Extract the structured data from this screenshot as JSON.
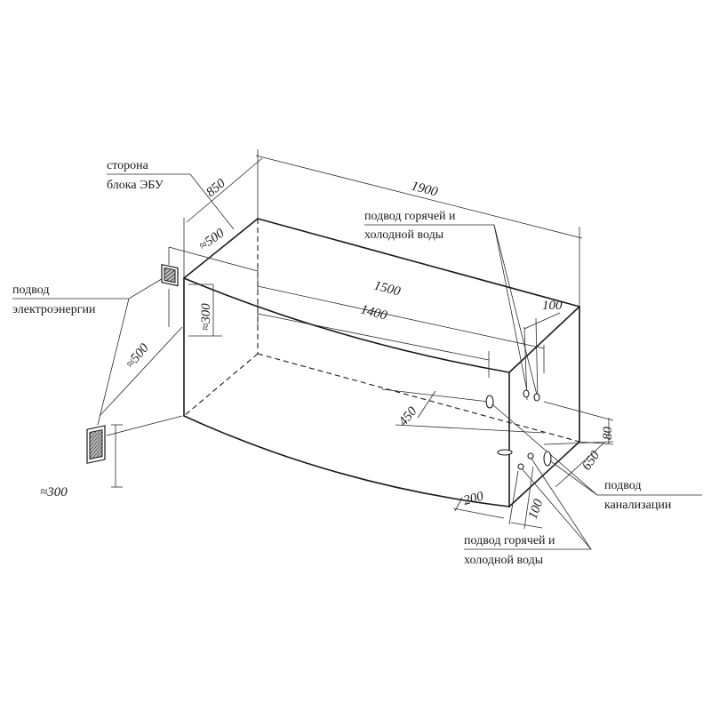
{
  "dimensions": {
    "length_1900": "1900",
    "depth_850": "850",
    "width_1500": "1500",
    "width_1400": "1400",
    "approx_500_top": "≈500",
    "approx_500_left": "≈500",
    "approx_300_panel": "≈300",
    "approx_300_socket": "≈300",
    "offset_100_top": "100",
    "offset_450": "450",
    "offset_80": "80",
    "offset_650": "650",
    "offset_200": "200",
    "offset_100_bottom": "100"
  },
  "labels": {
    "ebu_side": [
      "сторона",
      "блока ЭБУ"
    ],
    "power_supply": [
      "подвод",
      "электроэнергии"
    ],
    "water_top": [
      "подвод горячей и",
      "холодной воды"
    ],
    "sewer": [
      "подвод",
      "канализации"
    ],
    "water_bottom": [
      "подвод горячей и",
      "холодной воды"
    ]
  },
  "icons": {
    "socket": "electrical-socket-icon",
    "pipe": "pipe-outlet-icon"
  }
}
